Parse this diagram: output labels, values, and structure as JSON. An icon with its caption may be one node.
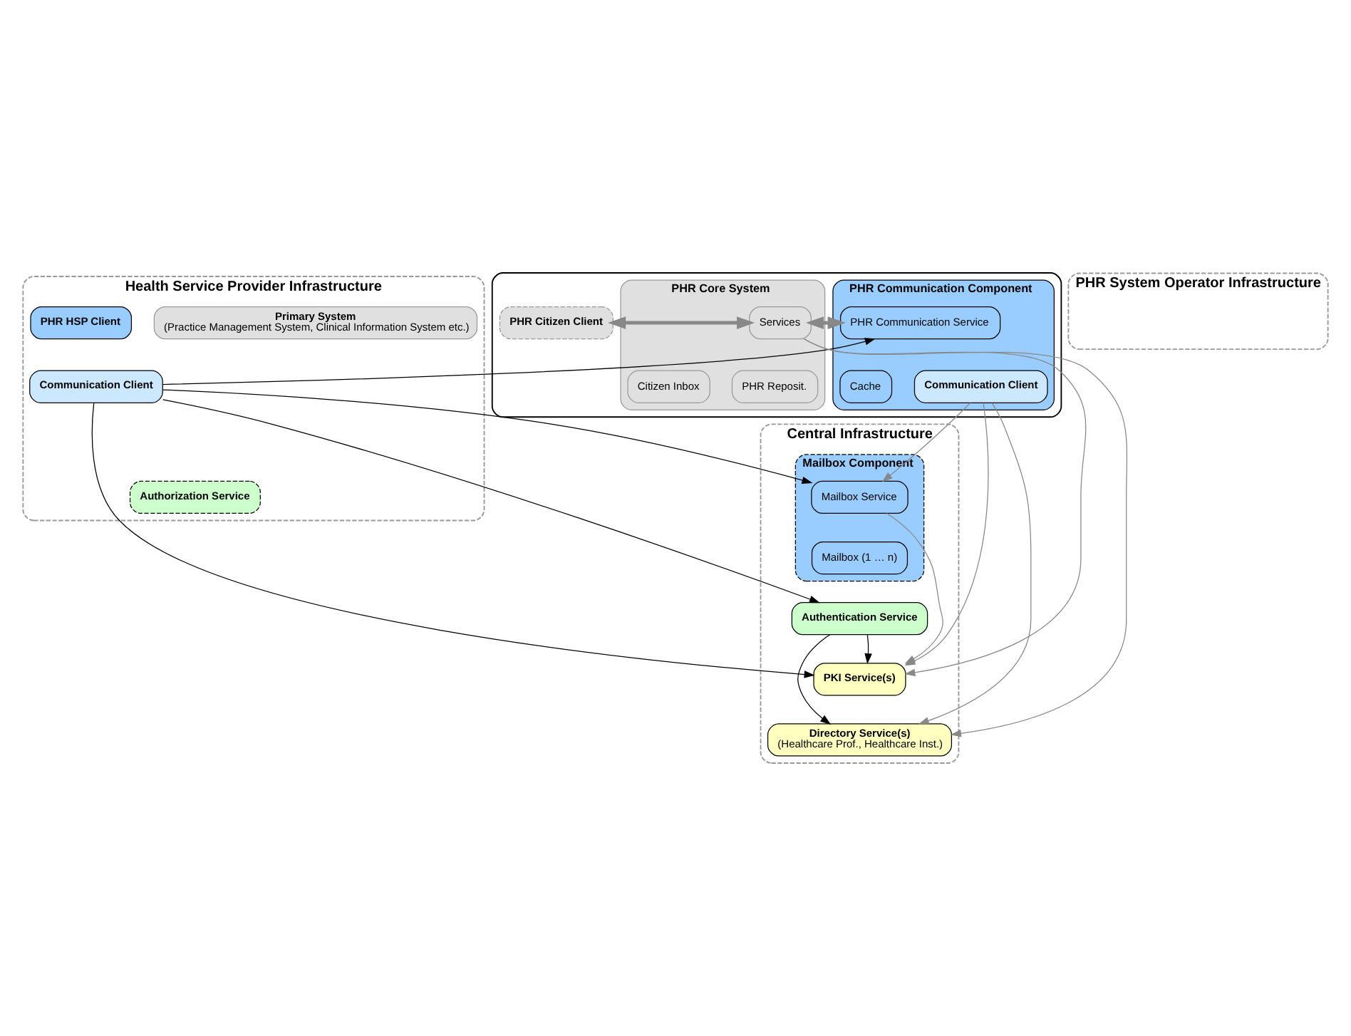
{
  "diagram": {
    "nodes": [
      {
        "text": [
          "Health Service Provider Infrastructure"
        ]
      },
      {
        "text": [
          "Primary System",
          "(Practice Management System, Clinical Information System etc.)"
        ],
        "in": 0
      },
      {
        "text": [
          "PHR HSP Client"
        ],
        "in": 0
      },
      {
        "text": [
          "Communication Client"
        ],
        "in": 0
      },
      {
        "text": [
          "Authorization Service"
        ],
        "in": 0
      },
      {
        "text": [
          "Central Infrastructure"
        ]
      },
      {
        "text": [
          "PHR System Operator Infrastructure"
        ]
      },
      {
        "text": [],
        "shape": "box"
      },
      {
        "text": [
          "PHR Communication Component"
        ],
        "in": 7
      },
      {
        "text": [
          "PHR Communication Service"
        ],
        "in": 8
      },
      {
        "text": [
          "Cache"
        ],
        "in": 8
      },
      {
        "text": [
          "Communication Client"
        ],
        "in": 8
      },
      {
        "text": [
          "PHR Core System"
        ],
        "in": 7
      },
      {
        "text": [
          "Services"
        ],
        "in": 12
      },
      {
        "text": [
          "Citizen Inbox"
        ],
        "in": 12
      },
      {
        "text": [
          "PHR Reposit."
        ],
        "in": 12
      },
      {
        "text": [
          "PHR Citizen Client"
        ],
        "in": 7
      },
      {
        "text": [
          "Mailbox Component"
        ],
        "in": 5
      },
      {
        "text": [
          "Mailbox Service"
        ],
        "in": 17
      },
      {
        "text": [
          "Mailbox (1 … n)"
        ],
        "in": 17
      },
      {
        "text": [
          "Authentication Service"
        ],
        "in": 5
      },
      {
        "text": [
          "PKI Service(s)"
        ],
        "in": 5
      },
      {
        "text": [
          "Directory Service(s)",
          "(Healthcare Prof., Healthcare Inst.)"
        ],
        "in": 5
      }
    ],
    "edges": [
      {
        "from": 3,
        "to": 9,
        "arrow": "to",
        "color": "#000000"
      },
      {
        "from": 3,
        "to": 18,
        "arrow": "to",
        "color": "#000000"
      },
      {
        "from": 3,
        "to": 20,
        "arrow": "to",
        "color": "#000000"
      },
      {
        "from": 3,
        "to": 21,
        "arrow": "to",
        "color": "#000000"
      },
      {
        "from": 11,
        "to": 18,
        "arrow": "to"
      },
      {
        "from": 11,
        "to": 21,
        "arrow": "to"
      },
      {
        "from": 11,
        "to": 22,
        "arrow": "to"
      },
      {
        "from": 9,
        "to": 13,
        "arrow": "both",
        "style": "thick"
      },
      {
        "from": 13,
        "to": 16,
        "arrow": "both",
        "style": "thick"
      },
      {
        "from": 13,
        "to": 21,
        "arrow": "to"
      },
      {
        "from": 13,
        "to": 22,
        "arrow": "to"
      },
      {
        "from": 18,
        "to": 21,
        "arrow": "to"
      },
      {
        "from": 20,
        "to": 21,
        "arrow": "to",
        "color": "#000000"
      },
      {
        "from": 20,
        "to": 22,
        "arrow": "to",
        "color": "#000000"
      }
    ]
  }
}
